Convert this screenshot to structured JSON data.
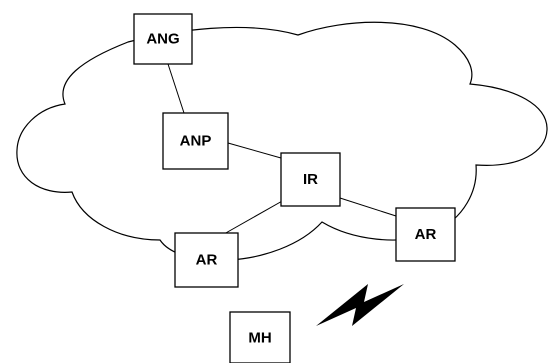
{
  "diagram": {
    "nodes": {
      "ang": "ANG",
      "anp": "ANP",
      "ir": "IR",
      "ar_left": "AR",
      "ar_right": "AR",
      "mh": "MH"
    },
    "colors": {
      "stroke": "#000000",
      "fill": "#ffffff"
    },
    "icons": [
      "cloud-shape",
      "wireless-link-icon"
    ]
  }
}
